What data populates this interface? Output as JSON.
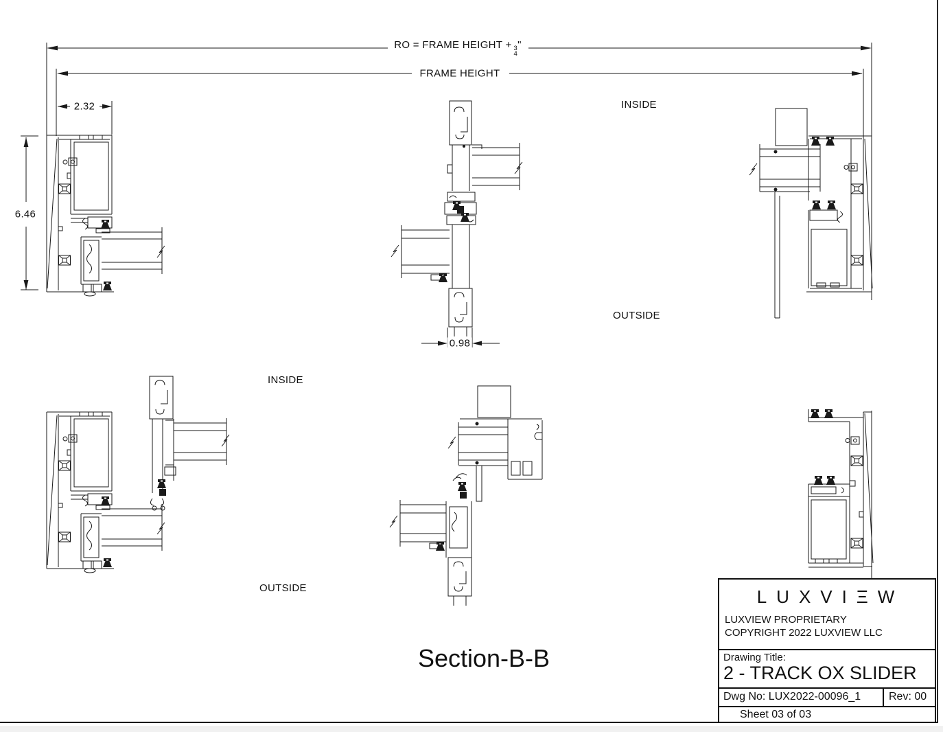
{
  "dims": {
    "ro_prefix": "RO = FRAME HEIGHT +",
    "ro_frac_num": "3",
    "ro_frac_den": "4",
    "ro_suffix": "\"",
    "frame_height": "FRAME HEIGHT",
    "width_top": "2.32",
    "height_left": "6.46",
    "interlock_width": "0.98"
  },
  "labels": {
    "inside_top": "INSIDE",
    "outside_top": "OUTSIDE",
    "inside_bottom": "INSIDE",
    "outside_bottom": "OUTSIDE",
    "section_title": "Section-B-B"
  },
  "title_block": {
    "logo": "LUXVIΞW",
    "proprietary_1": "LUXVIEW PROPRIETARY",
    "proprietary_2": "COPYRIGHT 2022 LUXVIEW LLC",
    "drawing_title_label": "Drawing Title:",
    "drawing_title": "2 - TRACK OX SLIDER",
    "dwg_no": "Dwg No: LUX2022-00096_1",
    "rev": "Rev: 00",
    "sheet": "Sheet 03 of 03"
  },
  "colors": {
    "line": "#1a1a1a",
    "bottom_bar": "#f1f1f1"
  }
}
